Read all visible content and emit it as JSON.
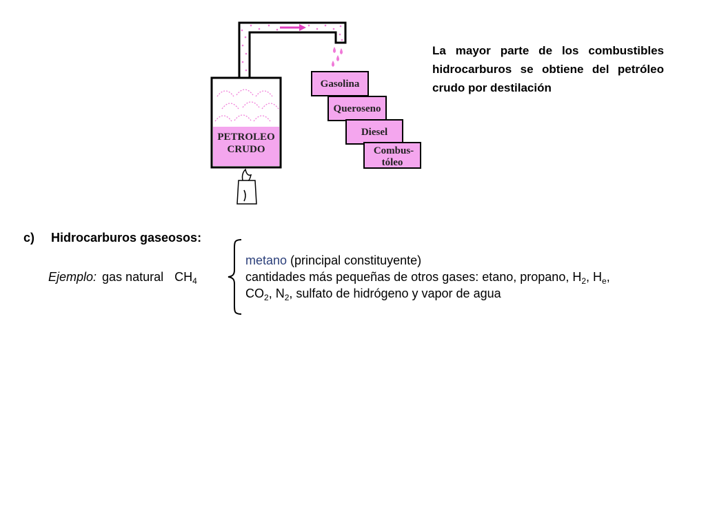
{
  "diagram": {
    "tank_label_line1": "PETROLEO",
    "tank_label_line2": "CRUDO",
    "fractions": [
      {
        "line1": "Gasolina",
        "line2": ""
      },
      {
        "line1": "Queroseno",
        "line2": ""
      },
      {
        "line1": "Diesel",
        "line2": ""
      },
      {
        "line1": "Combus-",
        "line2": "tóleo"
      }
    ],
    "colors": {
      "liquid": "#f4a6ee",
      "vapor": "#f07ad8",
      "arrow": "#e040c0",
      "outline": "#000000"
    }
  },
  "intro_text": "La mayor parte de los combustibles hidrocarburos se obtiene del petróleo crudo por destilación",
  "section": {
    "label": "c)",
    "title": "Hidrocarburos gaseosos:"
  },
  "example": {
    "label": "Ejemplo:",
    "text": "gas natural",
    "formula_main": "CH",
    "formula_sub": "4"
  },
  "details": {
    "line1_highlight": "metano",
    "line1_rest": " (principal constituyente)",
    "line2_a": "cantidades más pequeñas de otros gases: etano, propano, H",
    "line2_sub1": "2",
    "line2_b": ", H",
    "line2_sub2": "e",
    "line2_c": ",",
    "line3_a": "CO",
    "line3_sub1": "2",
    "line3_b": ", N",
    "line3_sub2": "2",
    "line3_c": ", sulfato de hidrógeno y vapor de agua"
  }
}
